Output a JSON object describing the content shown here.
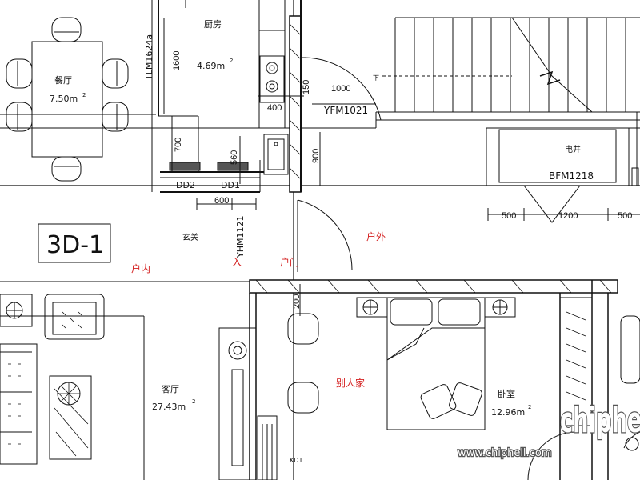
{
  "rooms": {
    "dining": {
      "name": "餐厅",
      "area": "7.50m",
      "sup": "2"
    },
    "kitchen": {
      "name": "厨房",
      "area": "4.69m",
      "sup": "2"
    },
    "living": {
      "name": "客厅",
      "area": "27.43m",
      "sup": "2"
    },
    "bedroom": {
      "name": "卧室",
      "area": "12.96m",
      "sup": "2"
    },
    "foyer": {
      "name": "玄关"
    },
    "elevator": {
      "name": "电井"
    }
  },
  "codes": {
    "tlm": "TLM1624a",
    "yfm": "YFM1021",
    "bfm": "BFM1218",
    "yhm": "YHM1121",
    "dd2": "DD2",
    "dd1": "DD1",
    "kd1": "KD1",
    "unit": "3D-1",
    "corner_arrow": "下"
  },
  "dimensions": {
    "d1600": "1600",
    "d700": "700",
    "d400": "400",
    "d150": "150",
    "d1000": "1000",
    "d900": "900",
    "d600": "600",
    "d560": "560",
    "d200": "200",
    "d500a": "500",
    "d1200": "1200",
    "d500b": "500"
  },
  "annotations": {
    "hunei": "户内",
    "huwai": "户外",
    "ru": "入",
    "hu_men": "户门",
    "bierenjia": "别人家"
  },
  "watermark": {
    "url": "www.chiphell.com",
    "logo": "chiphell"
  }
}
